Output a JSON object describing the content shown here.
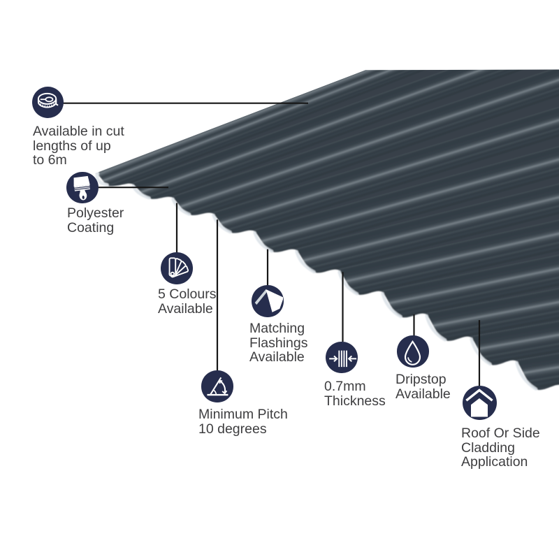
{
  "background_color": "#ffffff",
  "badge_color": "#262d4d",
  "icon_color": "#ffffff",
  "line_color": "#161616",
  "text_color": "#3e3e40",
  "sheet_colors": {
    "valley": "#2c3840",
    "mid": "#445058",
    "crest_highlight": "#788289",
    "cut_edge_highlight": "#e3e8ec"
  },
  "features": [
    {
      "id": "cut-lengths",
      "icon": "tape-measure-icon",
      "label": "Available in cut\nlengths of up\nto 6m"
    },
    {
      "id": "polyester-coating",
      "icon": "paint-brush-icon",
      "label": "Polyester\nCoating"
    },
    {
      "id": "five-colours",
      "icon": "colour-fan-icon",
      "label": "5 Colours\nAvailable"
    },
    {
      "id": "minimum-pitch",
      "icon": "pitch-angle-icon",
      "label": "Minimum Pitch\n10 degrees"
    },
    {
      "id": "matching-flashings",
      "icon": "flashing-icon",
      "label": "Matching\nFlashings\nAvailable"
    },
    {
      "id": "thickness",
      "icon": "thickness-arrows-icon",
      "label": "0.7mm\nThickness"
    },
    {
      "id": "dripstop",
      "icon": "water-droplet-icon",
      "label": "Dripstop\nAvailable"
    },
    {
      "id": "cladding",
      "icon": "house-icon",
      "label": "Roof Or Side\nCladding\nApplication"
    }
  ]
}
